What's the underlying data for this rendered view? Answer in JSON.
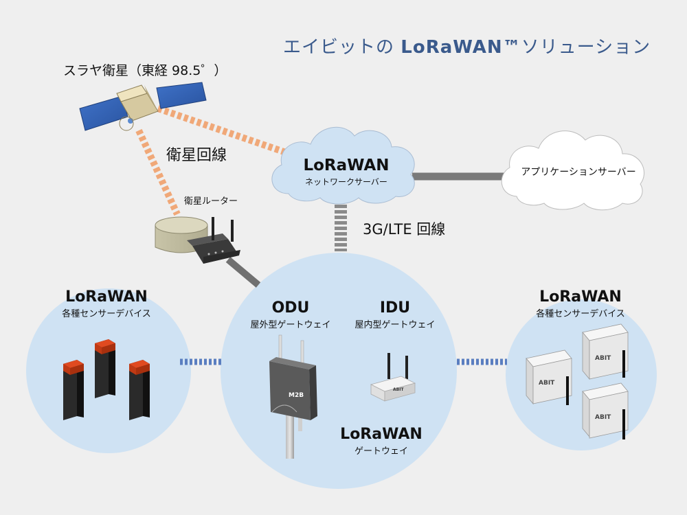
{
  "title": {
    "prefix": "エイビットの ",
    "brand": "LoRaWAN™",
    "suffix": "ソリューション"
  },
  "satellite": {
    "label": "スラヤ衛星（東経 98.5゜）",
    "link_label": "衛星回線"
  },
  "router": {
    "label": "衛星ルーター"
  },
  "network_server": {
    "title": "LoRaWAN",
    "subtitle": "ネットワークサーバー"
  },
  "app_server": {
    "label": "アプリケーションサーバー"
  },
  "backhaul": {
    "label": "3G/LTE 回線"
  },
  "left_devices": {
    "title": "LoRaWAN",
    "subtitle": "各種センサーデバイス"
  },
  "right_devices": {
    "title": "LoRaWAN",
    "subtitle": "各種センサーデバイス"
  },
  "odu": {
    "title": "ODU",
    "subtitle": "屋外型ゲートウェイ",
    "badge": "M2B"
  },
  "idu": {
    "title": "IDU",
    "subtitle": "屋内型ゲートウェイ",
    "badge": "ABIT"
  },
  "gateway": {
    "title": "LoRaWAN",
    "subtitle": "ゲートウェイ"
  },
  "sensor_badge": "ABIT",
  "colors": {
    "title_blue": "#3a5a8c",
    "circle_fill": "#cfe2f3",
    "sat_link": "#f0a878",
    "lan_link": "#5a7ec0",
    "backhaul": "#8a8a8a"
  }
}
